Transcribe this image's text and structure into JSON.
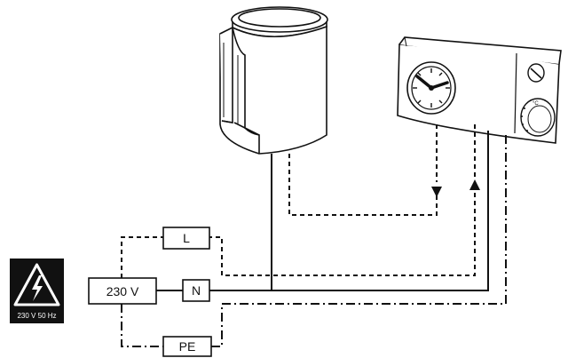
{
  "labels": {
    "live": "L",
    "neutral": "N",
    "earth": "PE",
    "supply": "230 V",
    "warning_caption": "230 V 50 Hz"
  },
  "icons": {
    "warning": "high-voltage-warning-icon",
    "actuator": "thermal-actuator-icon",
    "controller": "room-thermostat-timer-icon"
  },
  "colors": {
    "line": "#111111",
    "background": "#ffffff",
    "warning_bg": "#111111",
    "warning_fg": "#ffffff"
  }
}
